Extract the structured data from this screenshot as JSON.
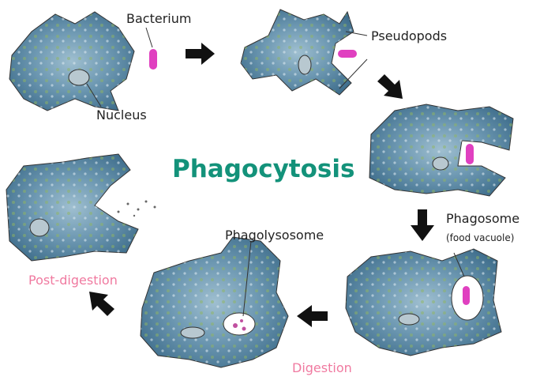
{
  "title": "Phagocytosis",
  "labels": {
    "bacterium": "Bacterium",
    "pseudopods": "Pseudopods",
    "nucleus": "Nucleus",
    "phagosome": "Phagosome",
    "food_vacuole": "(food vacuole)",
    "phagolysosome": "Phagolysosome",
    "digestion": "Digestion",
    "post_digestion": "Post-digestion"
  },
  "colors": {
    "title": "#13927a",
    "stage_label": "#f07aa0",
    "bacterium": "#e040c0",
    "cell": "#4f7f9c"
  }
}
